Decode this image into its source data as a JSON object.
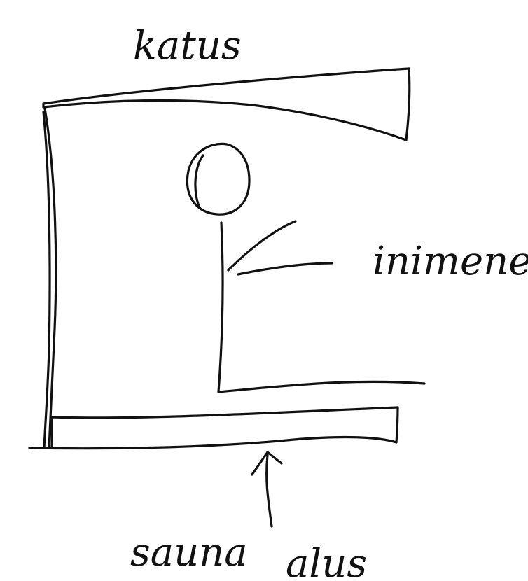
{
  "labels": {
    "roof": "katus",
    "person": "inimene",
    "sauna_base_word1": "sauna",
    "sauna_base_word2": "alus"
  },
  "colors": {
    "ink": "#111111",
    "paper": "#ffffff"
  }
}
